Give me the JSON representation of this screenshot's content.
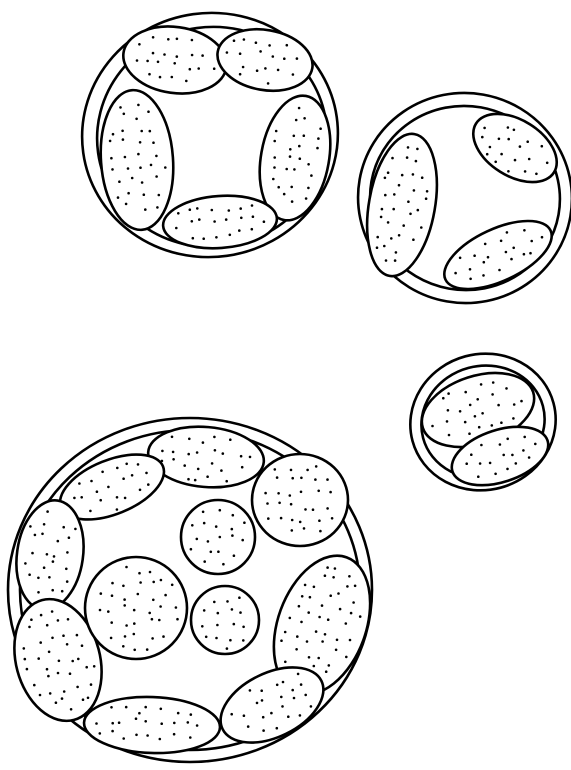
{
  "figure": {
    "ink_color": "#000000",
    "paper_color": "#ffffff"
  },
  "cells": [
    {
      "id": "cell-top-left",
      "inner_segments": 5,
      "central_segments": 0
    },
    {
      "id": "cell-top-right",
      "inner_segments": 3,
      "central_segments": 0
    },
    {
      "id": "cell-small",
      "inner_segments": 2,
      "central_segments": 0
    },
    {
      "id": "cell-large",
      "inner_segments": 8,
      "central_segments": 3
    }
  ]
}
